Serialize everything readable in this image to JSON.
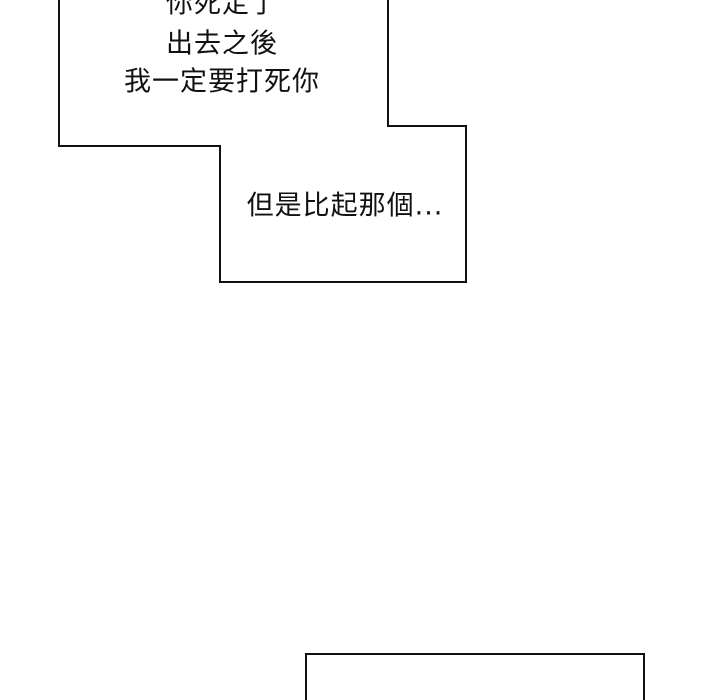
{
  "bubble_1": {
    "lines": [
      "你死定了",
      "出去之後",
      "我一定要打死你"
    ]
  },
  "bubble_2": {
    "text": "但是比起那個..."
  },
  "colors": {
    "outline": "#111111",
    "background": "#ffffff"
  }
}
